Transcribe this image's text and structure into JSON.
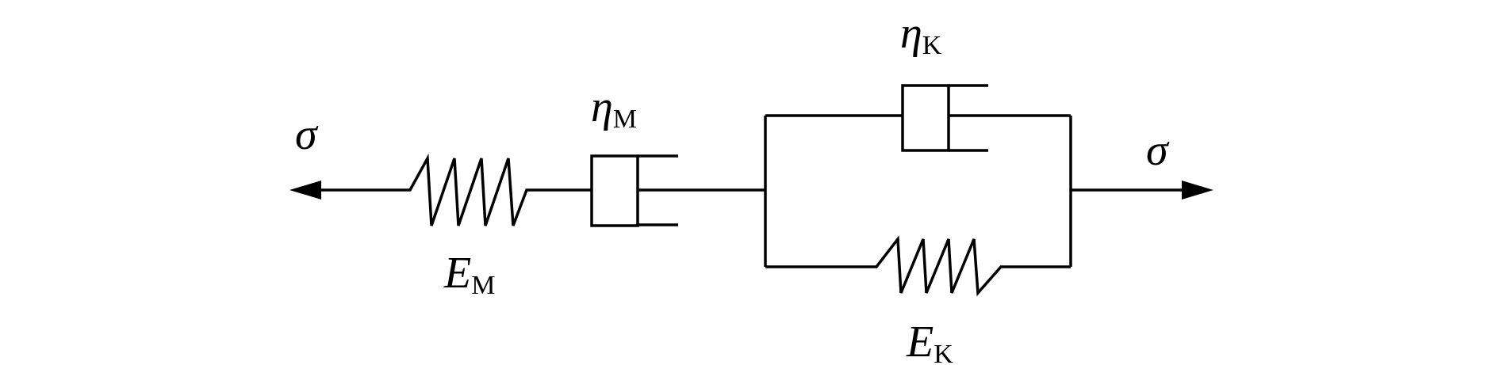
{
  "diagram": {
    "stress_left": "σ",
    "stress_right": "σ",
    "maxwell_dashpot": {
      "symbol": "η",
      "subscript": "M"
    },
    "maxwell_spring": {
      "symbol": "E",
      "subscript": "M"
    },
    "kelvin_dashpot": {
      "symbol": "η",
      "subscript": "K"
    },
    "kelvin_spring": {
      "symbol": "E",
      "subscript": "K"
    }
  },
  "colors": {
    "stroke": "#000000",
    "background": "#ffffff"
  }
}
